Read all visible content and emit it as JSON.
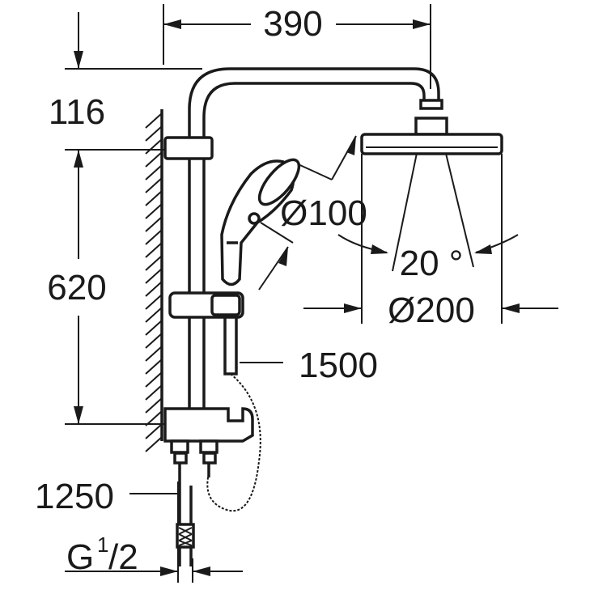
{
  "dimensions": {
    "width_top": "390",
    "height_top": "116",
    "height_rail": "620",
    "diameter_hand": "Ø100",
    "angle": "20 °",
    "diameter_head": "Ø200",
    "hose_handshower": "1500",
    "hose_inlet": "1250",
    "thread_prefix": "G",
    "thread_num": "1",
    "thread_den": "/2"
  },
  "colors": {
    "line": "#1a1a1a",
    "background": "#ffffff"
  }
}
